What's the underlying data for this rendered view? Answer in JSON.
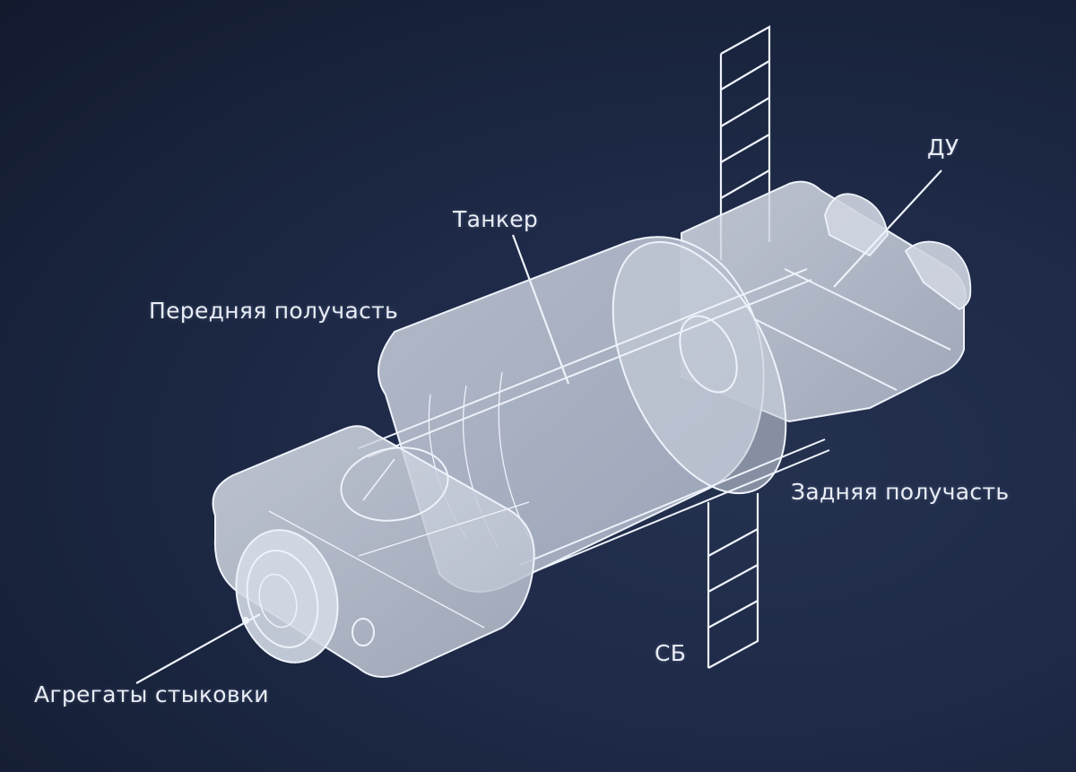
{
  "diagram": {
    "subject": "spacecraft wireframe schematic",
    "background_color": "#1e2a47",
    "line_color": "#eef2fa",
    "hull_fill": "#c9d0de",
    "labels": {
      "front_section": "Передняя получасть",
      "tanker": "Танкер",
      "propulsion": "ДУ",
      "rear_section": "Задняя получасть",
      "docking_units": "Агрегаты стыковки",
      "solar_panel": "СБ"
    },
    "components": [
      {
        "id": "front_section",
        "label": "Передняя получасть"
      },
      {
        "id": "tanker",
        "label": "Танкер"
      },
      {
        "id": "propulsion",
        "label": "ДУ"
      },
      {
        "id": "rear_section",
        "label": "Задняя получасть"
      },
      {
        "id": "docking_units",
        "label": "Агрегаты стыковки"
      },
      {
        "id": "solar_panel",
        "label": "СБ"
      }
    ]
  }
}
